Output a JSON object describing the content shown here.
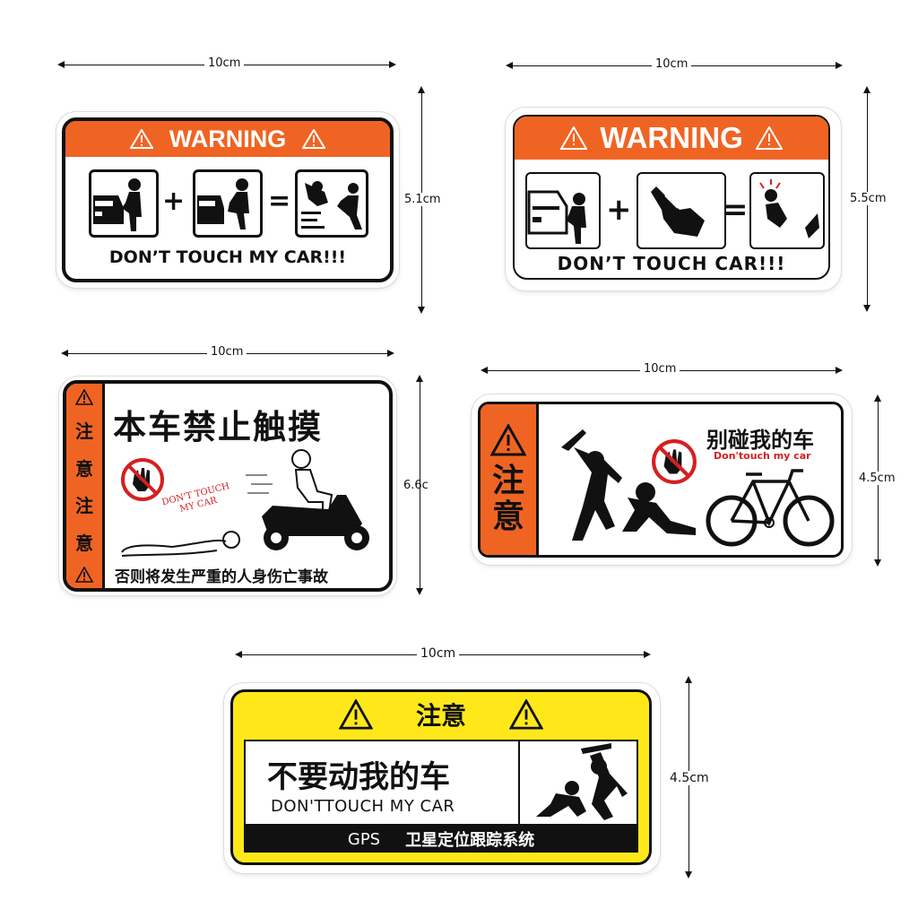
{
  "dimensions": {
    "s1_width": "10cm",
    "s1_height": "5.1cm",
    "s2_width": "10cm",
    "s2_height": "5.5cm",
    "s3_width": "10cm",
    "s3_height": "6.6c",
    "s4_width": "10cm",
    "s4_height": "4.5cm",
    "s5_width": "10cm",
    "s5_height": "4.5cm"
  },
  "sticker1": {
    "banner": "WARNING",
    "plus": "+",
    "equals": "=",
    "caption": "DON’T TOUCH MY CAR!!!"
  },
  "sticker2": {
    "banner": "WARNING",
    "plus": "+",
    "equals": "=",
    "caption": "DON’T TOUCH CAR!!!"
  },
  "sticker3": {
    "side_chars": [
      "注",
      "意",
      "注",
      "意"
    ],
    "title": "本车禁止触摸",
    "scribble": "DON'T TOUCH MY CAR",
    "footer": "否则将发生严重的人身伤亡事故"
  },
  "sticker4": {
    "side_chars": [
      "注",
      "意"
    ],
    "title": "别碰我的车",
    "subtitle": "Don'touch my car"
  },
  "sticker5": {
    "header": "注意",
    "title": "不要动我的车",
    "subtitle": "DON'TTOUCH MY CAR",
    "footer_left": "GPS",
    "footer_right": "卫星定位跟踪系统"
  },
  "colors": {
    "orange": "#f06423",
    "yellow": "#ffe81a",
    "black": "#111111",
    "red": "#d42020"
  },
  "icons": [
    "warning-triangle-icon",
    "stick-figure-icon",
    "car-icon",
    "hand-icon",
    "no-touch-icon",
    "scooter-icon",
    "bicycle-icon"
  ]
}
